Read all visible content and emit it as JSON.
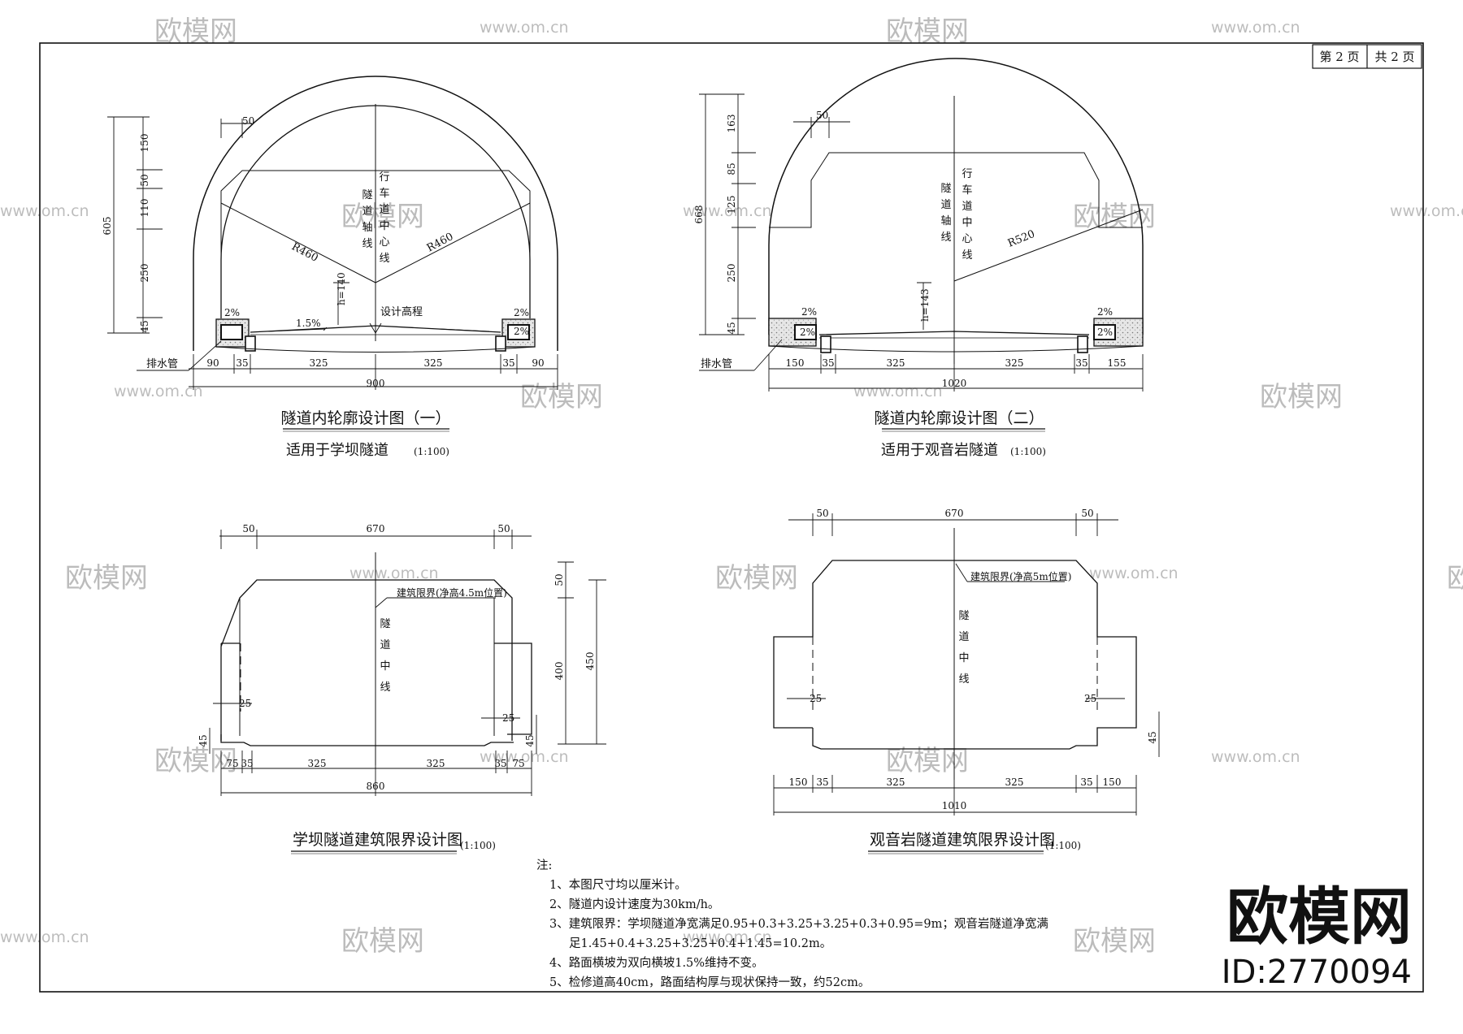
{
  "page": {
    "current": "第 2 页",
    "total": "共 2 页"
  },
  "drawing1": {
    "title": "隧道内轮廓设计图（一）",
    "subtitle": "适用于学坝隧道",
    "scale": "(1:100)",
    "labels": {
      "road_center": [
        "行",
        "车",
        "道",
        "中",
        "心",
        "线"
      ],
      "axis": [
        "隧",
        "道",
        "轴",
        "线"
      ],
      "radius_left": "R460",
      "radius_right": "R460",
      "h": "h=140",
      "design_elev": "设计高程",
      "slope_left": "2%",
      "slope_right": "2%",
      "slope_box_right": "2%",
      "slope_road": "1.5%",
      "drain": "排水管"
    },
    "vertical_dims": [
      "150",
      "50",
      "110",
      "250",
      "45",
      "605"
    ],
    "top_dim": "50",
    "bottom_dims": [
      "90",
      "35",
      "325",
      "325",
      "35",
      "90"
    ],
    "total_width": "900"
  },
  "drawing2": {
    "title": "隧道内轮廓设计图（二）",
    "subtitle": "适用于观音岩隧道",
    "scale": "(1:100)",
    "labels": {
      "road_center": [
        "行",
        "车",
        "道",
        "中",
        "心",
        "线"
      ],
      "axis": [
        "隧",
        "道",
        "轴",
        "线"
      ],
      "radius": "R520",
      "h": "h=143",
      "slope_left": "2%",
      "slope_box_left": "2%",
      "slope_right": "2%",
      "slope_box_right": "2%",
      "drain": "排水管"
    },
    "vertical_dims": [
      "163",
      "85",
      "125",
      "250",
      "45",
      "668"
    ],
    "top_dim": "50",
    "bottom_dims": [
      "150",
      "35",
      "325",
      "325",
      "35",
      "155"
    ],
    "total_width": "1020"
  },
  "drawing3": {
    "title": "学坝隧道建筑限界设计图",
    "scale": "(1:100)",
    "labels": {
      "clearance": "建筑限界(净高4.5m位置)",
      "centerline": [
        "隧",
        "道",
        "中",
        "线"
      ]
    },
    "top_dims": [
      "50",
      "670",
      "50"
    ],
    "right_dims": [
      "50",
      "400",
      "450"
    ],
    "side_dims": [
      "25",
      "25",
      "45",
      "45"
    ],
    "bottom_dims": [
      "75",
      "35",
      "325",
      "325",
      "35",
      "75"
    ],
    "total_width": "860"
  },
  "drawing4": {
    "title": "观音岩隧道建筑限界设计图",
    "scale": "(1:100)",
    "labels": {
      "clearance": "建筑限界(净高5m位置)",
      "centerline": [
        "隧",
        "道",
        "中",
        "线"
      ]
    },
    "top_dims": [
      "50",
      "670",
      "50"
    ],
    "side_dims": [
      "25",
      "25",
      "45"
    ],
    "bottom_dims": [
      "150",
      "35",
      "325",
      "325",
      "35",
      "150"
    ],
    "total_width": "1010"
  },
  "notes": {
    "heading": "注:",
    "items": [
      "1、本图尺寸均以厘米计。",
      "2、隧道内设计速度为30km/h。",
      "3、建筑限界：学坝隧道净宽满足0.95+0.3+3.25+3.25+0.3+0.95=9m；观音岩隧道净宽满",
      "足1.45+0.4+3.25+3.25+0.4+1.45=10.2m。",
      "4、路面横坡为双向横坡1.5%维持不变。",
      "5、检修道高40cm，路面结构厚与现状保持一致，约52cm。"
    ]
  },
  "watermark": {
    "brand": "欧模网",
    "url": "www.om.cn",
    "id": "ID:2770094"
  }
}
